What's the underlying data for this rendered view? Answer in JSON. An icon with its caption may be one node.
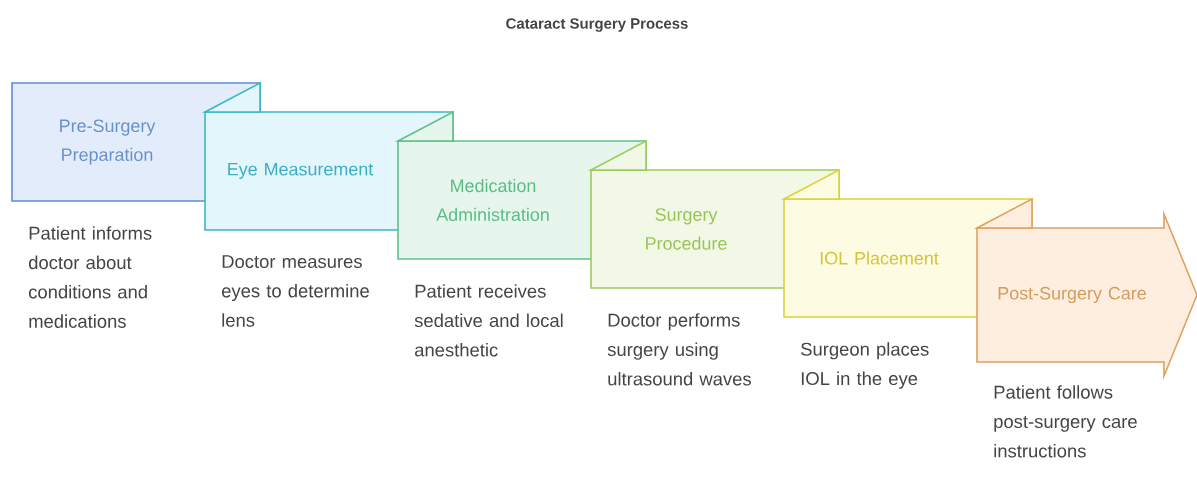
{
  "diagram": {
    "title": "Cataract Surgery Process",
    "nodes": [
      {
        "text": [
          "Pre-Surgery Preparation"
        ],
        "beside": [
          "Patient informs doctor about conditions and medications"
        ]
      },
      {
        "text": [
          "Eye Measurement"
        ],
        "beside": [
          "Doctor measures eyes to determine lens"
        ]
      },
      {
        "text": [
          "Medication Administration"
        ],
        "beside": [
          "Patient receives sedative and local anesthetic"
        ]
      },
      {
        "text": [
          "Surgery Procedure"
        ],
        "beside": [
          "Doctor performs surgery using ultrasound waves"
        ]
      },
      {
        "text": [
          "IOL Placement"
        ],
        "beside": [
          "Surgeon places IOL in the eye"
        ]
      },
      {
        "text": [
          "Post-Surgery Care"
        ],
        "beside": [
          "Patient follows post-surgery care instructions"
        ]
      }
    ]
  }
}
